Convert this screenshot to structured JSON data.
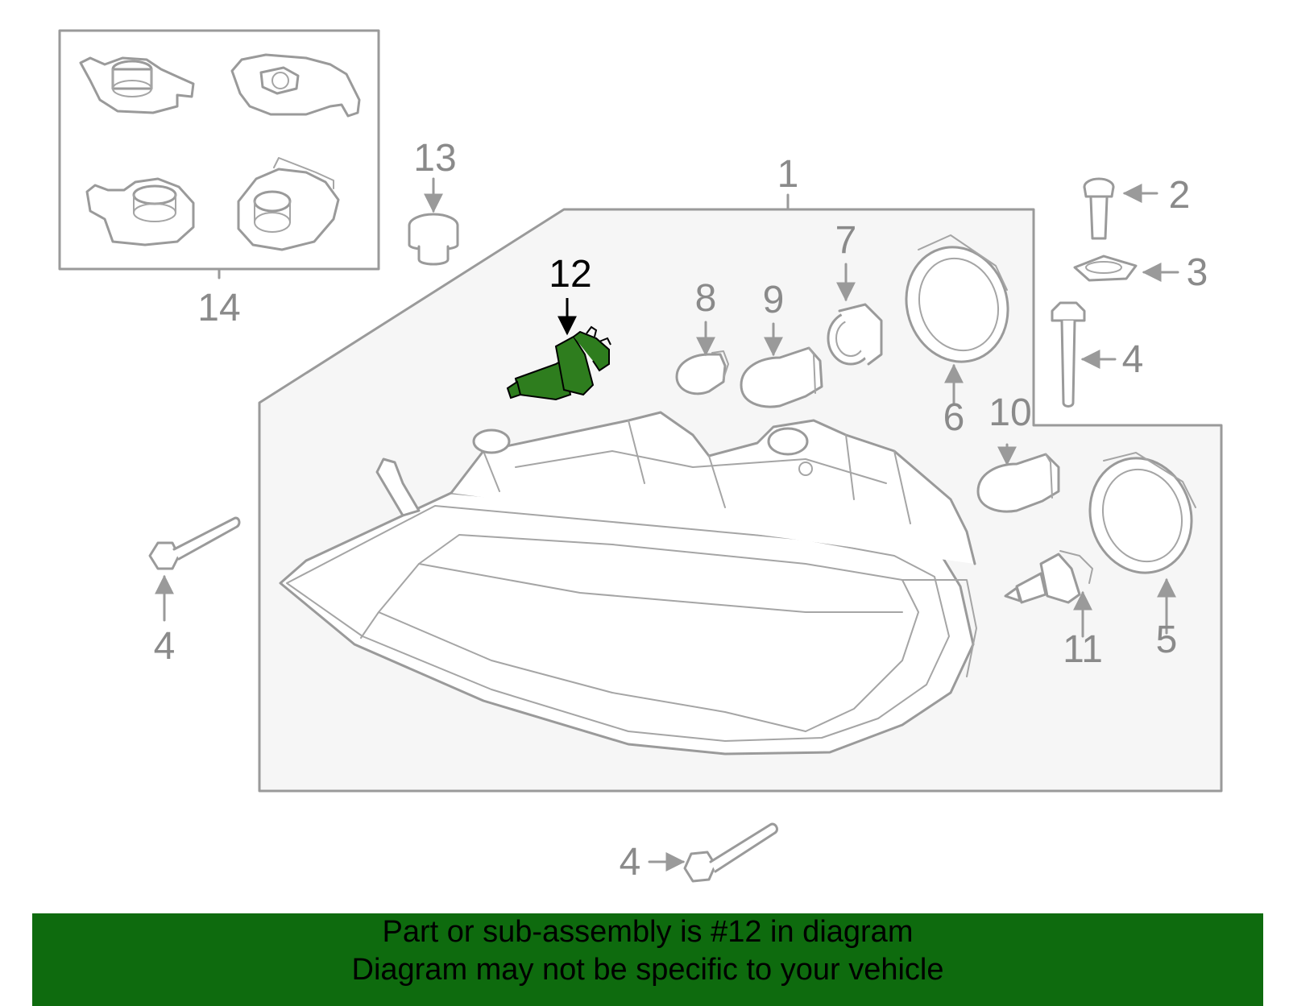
{
  "diagram": {
    "callouts": {
      "n1": "1",
      "n2": "2",
      "n3": "3",
      "n4a": "4",
      "n4b": "4",
      "n4c": "4",
      "n5": "5",
      "n6": "6",
      "n7": "7",
      "n8": "8",
      "n9": "9",
      "n10": "10",
      "n11": "11",
      "n12": "12",
      "n13": "13",
      "n14": "14"
    }
  },
  "footer": {
    "line1": "Part or sub-assembly is #12 in diagram",
    "line2": "Diagram may not be specific to your vehicle"
  },
  "colors": {
    "highlight_part": "#2e7d1e",
    "footer_bg": "#0e6b0e",
    "line_art": "#9a9a9a"
  }
}
